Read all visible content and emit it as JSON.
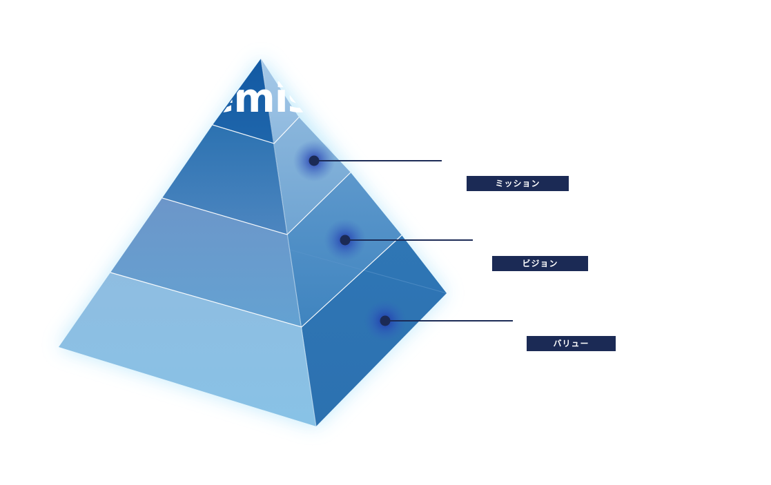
{
  "brand": {
    "text": "emiso"
  },
  "colors": {
    "label_background": "#1b2a55",
    "label_text": "#ffffff",
    "pyramid_dark": "#1a5ea6",
    "pyramid_mid": "#2f75b3",
    "pyramid_light": "#8bc3e6",
    "glow": "#b9e7fb",
    "marker": "#1b2a55"
  },
  "levels": [
    {
      "label": "ミッション"
    },
    {
      "label": "ビジョン"
    },
    {
      "label": "バリュー"
    }
  ]
}
